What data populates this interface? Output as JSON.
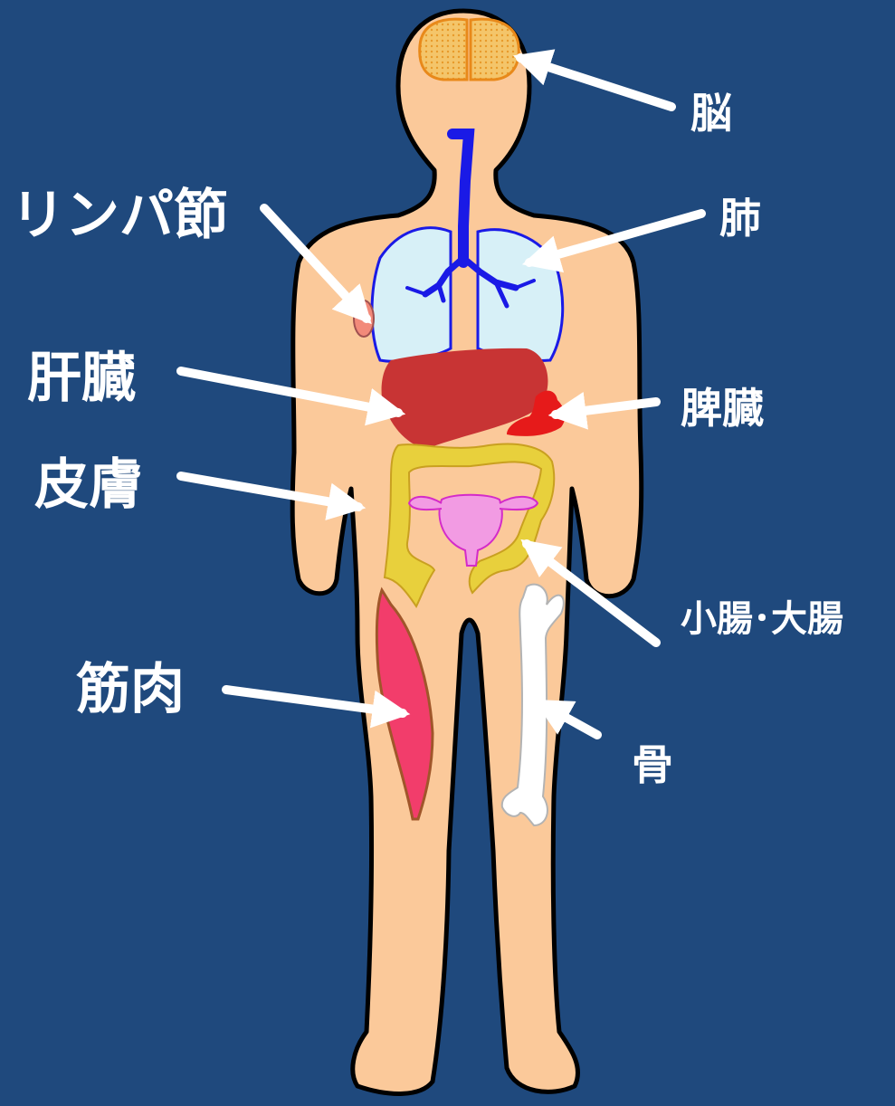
{
  "colors": {
    "background": "#1F497D",
    "skin": "#FBC99A",
    "outline": "#000000",
    "brain": "#F4C56A",
    "trachea": "#1A1AE6",
    "lungs": "#D7F0F7",
    "liver": "#C83434",
    "spleen": "#E61A1A",
    "intestine": "#E8D03C",
    "uterus": "#F29BE3",
    "muscle": "#F23D6B",
    "bone": "#FFFFFF",
    "arrow": "#FFFFFF",
    "label": "#FFFFFF"
  },
  "labels": {
    "brain": "脳",
    "lung": "肺",
    "lymph_node": "リンパ節",
    "liver": "肝臓",
    "spleen": "脾臓",
    "skin": "皮膚",
    "intestines": "小腸･大腸",
    "muscle": "筋肉",
    "bone": "骨"
  }
}
